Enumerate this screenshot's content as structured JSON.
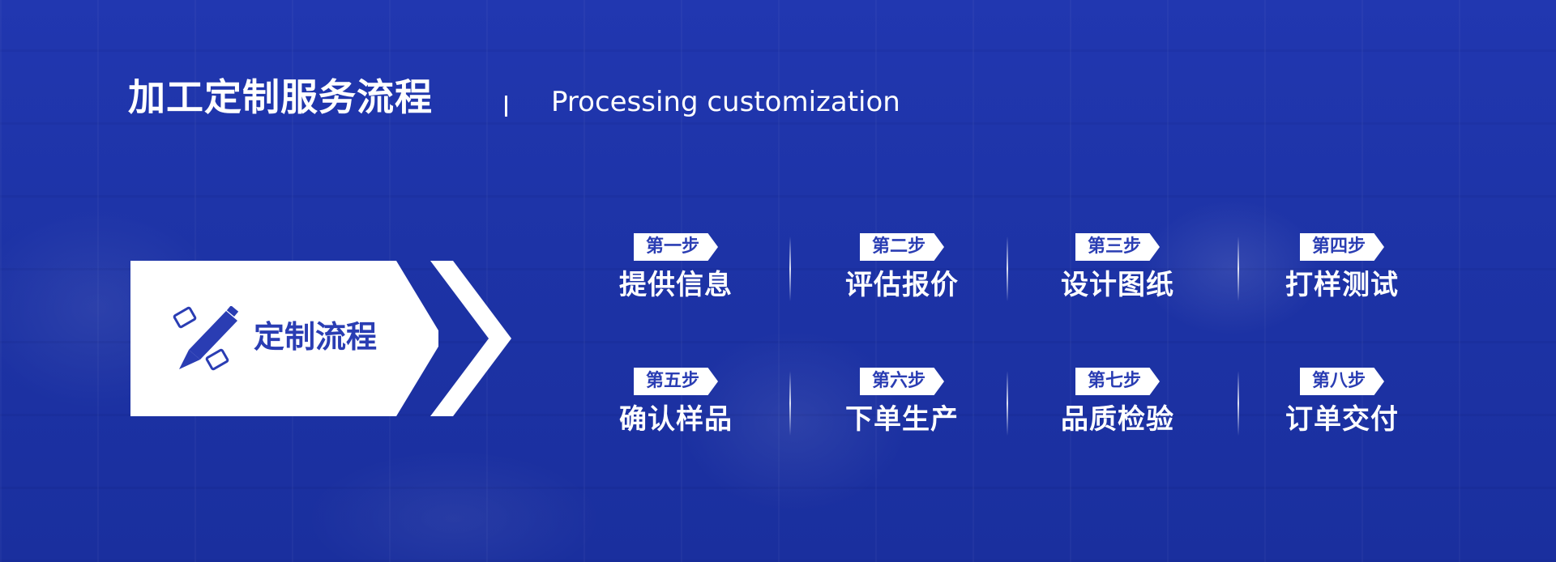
{
  "header": {
    "title": "加工定制服务流程",
    "subtitle": "Processing customization"
  },
  "badge": {
    "label": "定制流程",
    "icon": "pencil-edit-icon"
  },
  "colors": {
    "background": "#1f33a8",
    "accent": "#2a3db3",
    "text": "#ffffff"
  },
  "steps": [
    {
      "tag": "第一步",
      "name": "提供信息"
    },
    {
      "tag": "第二步",
      "name": "评估报价"
    },
    {
      "tag": "第三步",
      "name": "设计图纸"
    },
    {
      "tag": "第四步",
      "name": "打样测试"
    },
    {
      "tag": "第五步",
      "name": "确认样品"
    },
    {
      "tag": "第六步",
      "name": "下单生产"
    },
    {
      "tag": "第七步",
      "name": "品质检验"
    },
    {
      "tag": "第八步",
      "name": "订单交付"
    }
  ]
}
